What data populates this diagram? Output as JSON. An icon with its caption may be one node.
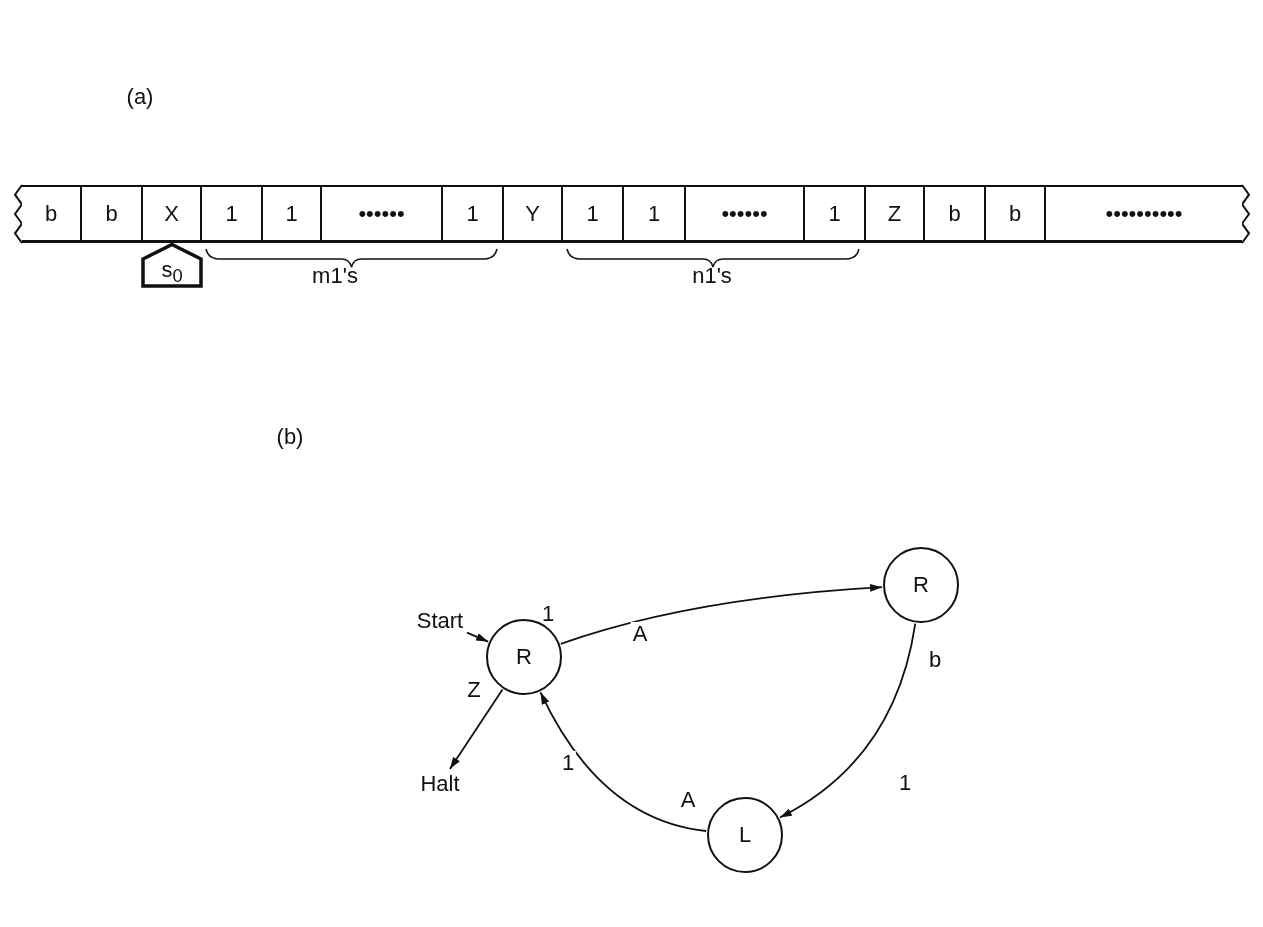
{
  "diagram": {
    "nodes": [
      {
        "text": [
          "b"
        ]
      },
      {
        "text": [
          "b"
        ]
      },
      {
        "text": [
          "X"
        ]
      },
      {
        "text": [
          "1"
        ]
      },
      {
        "text": [
          "1"
        ]
      },
      {
        "text": [
          "••••••"
        ]
      },
      {
        "text": [
          "1"
        ]
      },
      {
        "text": [
          "Y"
        ]
      },
      {
        "text": [
          "1"
        ]
      },
      {
        "text": [
          "1"
        ]
      },
      {
        "text": [
          "••••••"
        ]
      },
      {
        "text": [
          "1"
        ]
      },
      {
        "text": [
          "Z"
        ]
      },
      {
        "text": [
          "b"
        ]
      },
      {
        "text": [
          "b"
        ]
      },
      {
        "text": [
          "••••••••••"
        ]
      },
      {
        "text": [
          "s$_{0}$"
        ]
      },
      {
        "text": [
          "R"
        ]
      },
      {
        "text": [
          "Start"
        ]
      },
      {
        "text": [
          "R"
        ]
      },
      {
        "text": [
          "Halt"
        ]
      },
      {
        "text": [
          "L"
        ]
      }
    ],
    "edges": [
      {
        "from": 18,
        "to": 19,
        "arrow": "to"
      },
      {
        "from": 19,
        "to": 17,
        "arrow": "to",
        "label": "A"
      },
      {
        "from": 17,
        "to": 21,
        "arrow": "to",
        "label": "1"
      },
      {
        "from": 21,
        "to": 19,
        "arrow": "to",
        "label": "1"
      },
      {
        "from": 19,
        "to": 20,
        "arrow": "to"
      }
    ],
    "labels": [
      "(a)",
      "m1's",
      "n1's",
      "(b)",
      "b",
      "1",
      "Z",
      "A"
    ]
  }
}
